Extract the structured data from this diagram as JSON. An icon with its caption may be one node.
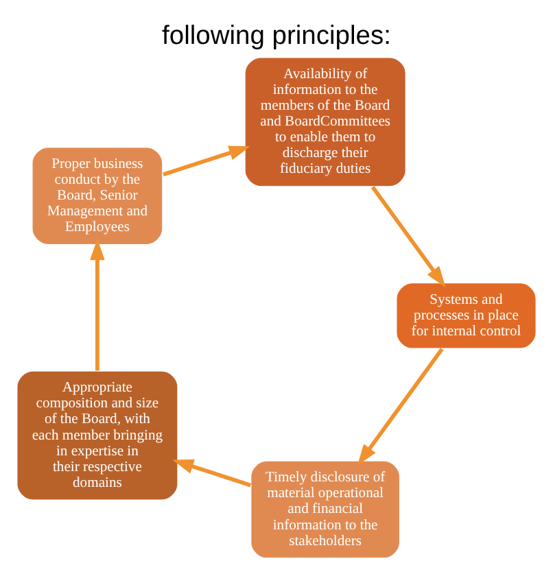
{
  "diagram": {
    "title": "following principles:",
    "nodes": [
      {
        "text": [
          "Timely disclosure of material operational and financial information to the stakeholders"
        ]
      },
      {
        "text": [
          "Appropriate composition and size of the Board, with each member bringing in expertise in their respective domains"
        ]
      },
      {
        "text": [
          "Proper business conduct by the Board, Senior Management and Employees"
        ]
      },
      {
        "text": [
          "Availability of information to the members of the Board and BoardCommittees to enable them to discharge their fiduciary duties"
        ]
      },
      {
        "text": [
          "Systems and processes in place for internal control"
        ]
      }
    ],
    "edges": [
      {
        "from": 0,
        "to": 1,
        "arrow": "to"
      },
      {
        "from": 1,
        "to": 2,
        "arrow": "to"
      },
      {
        "from": 2,
        "to": 3,
        "arrow": "to"
      },
      {
        "from": 3,
        "to": 4,
        "arrow": "to"
      },
      {
        "from": 4,
        "to": 0,
        "arrow": "to"
      }
    ]
  }
}
